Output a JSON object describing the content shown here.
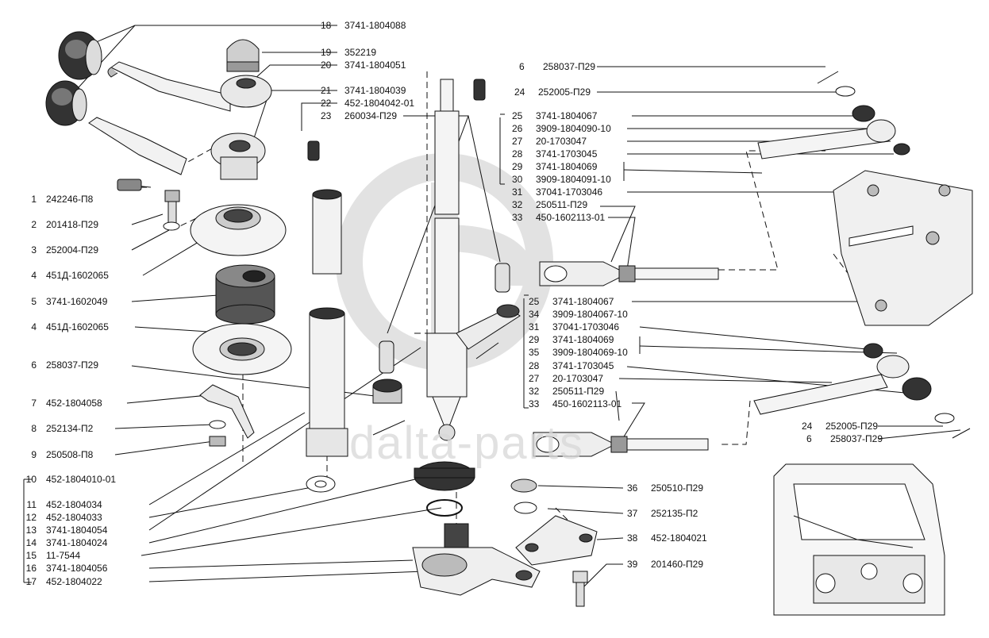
{
  "watermark": {
    "text": "dalta-parts",
    "monogram": "GP",
    "color": "#d0d0d0"
  },
  "labels_left": [
    {
      "num": "1",
      "code": "242246-П8"
    },
    {
      "num": "2",
      "code": "201418-П29"
    },
    {
      "num": "3",
      "code": "252004-П29"
    },
    {
      "num": "4",
      "code": "451Д-1602065"
    },
    {
      "num": "5",
      "code": "3741-1602049"
    },
    {
      "num": "4",
      "code": "451Д-1602065"
    },
    {
      "num": "6",
      "code": "258037-П29"
    },
    {
      "num": "7",
      "code": "452-1804058"
    },
    {
      "num": "8",
      "code": "252134-П2"
    },
    {
      "num": "9",
      "code": "250508-П8"
    },
    {
      "num": "10",
      "code": "452-1804010-01"
    },
    {
      "num": "11",
      "code": "452-1804034"
    },
    {
      "num": "12",
      "code": "452-1804033"
    },
    {
      "num": "13",
      "code": "3741-1804054"
    },
    {
      "num": "14",
      "code": "3741-1804024"
    },
    {
      "num": "15",
      "code": "11-7544"
    },
    {
      "num": "16",
      "code": "3741-1804056"
    },
    {
      "num": "17",
      "code": "452-1804022"
    }
  ],
  "labels_top": [
    {
      "num": "18",
      "code": "3741-1804088"
    },
    {
      "num": "19",
      "code": "352219"
    },
    {
      "num": "20",
      "code": "3741-1804051"
    },
    {
      "num": "21",
      "code": "3741-1804039"
    },
    {
      "num": "22",
      "code": "452-1804042-01"
    },
    {
      "num": "23",
      "code": "260034-П29"
    }
  ],
  "labels_right_top": [
    {
      "num": "6",
      "code": "258037-П29"
    },
    {
      "num": "24",
      "code": "252005-П29"
    },
    {
      "num": "25",
      "code": "3741-1804067"
    },
    {
      "num": "26",
      "code": "3909-1804090-10"
    },
    {
      "num": "27",
      "code": "20-1703047"
    },
    {
      "num": "28",
      "code": "3741-1703045"
    },
    {
      "num": "29",
      "code": "3741-1804069"
    },
    {
      "num": "30",
      "code": "3909-1804091-10"
    },
    {
      "num": "31",
      "code": "37041-1703046"
    },
    {
      "num": "32",
      "code": "250511-П29"
    },
    {
      "num": "33",
      "code": "450-1602113-01"
    }
  ],
  "labels_right_mid": [
    {
      "num": "25",
      "code": "3741-1804067"
    },
    {
      "num": "34",
      "code": "3909-1804067-10"
    },
    {
      "num": "31",
      "code": "37041-1703046"
    },
    {
      "num": "29",
      "code": "3741-1804069"
    },
    {
      "num": "35",
      "code": "3909-1804069-10"
    },
    {
      "num": "28",
      "code": "3741-1703045"
    },
    {
      "num": "27",
      "code": "20-1703047"
    },
    {
      "num": "32",
      "code": "250511-П29"
    },
    {
      "num": "33",
      "code": "450-1602113-01"
    }
  ],
  "labels_bottom_center": [
    {
      "num": "36",
      "code": "250510-П29"
    },
    {
      "num": "37",
      "code": "252135-П2"
    },
    {
      "num": "38",
      "code": "452-1804021"
    },
    {
      "num": "39",
      "code": "201460-П29"
    }
  ],
  "labels_right_bottom": [
    {
      "num": "24",
      "code": "252005-П29"
    },
    {
      "num": "6",
      "code": "258037-П29"
    }
  ]
}
